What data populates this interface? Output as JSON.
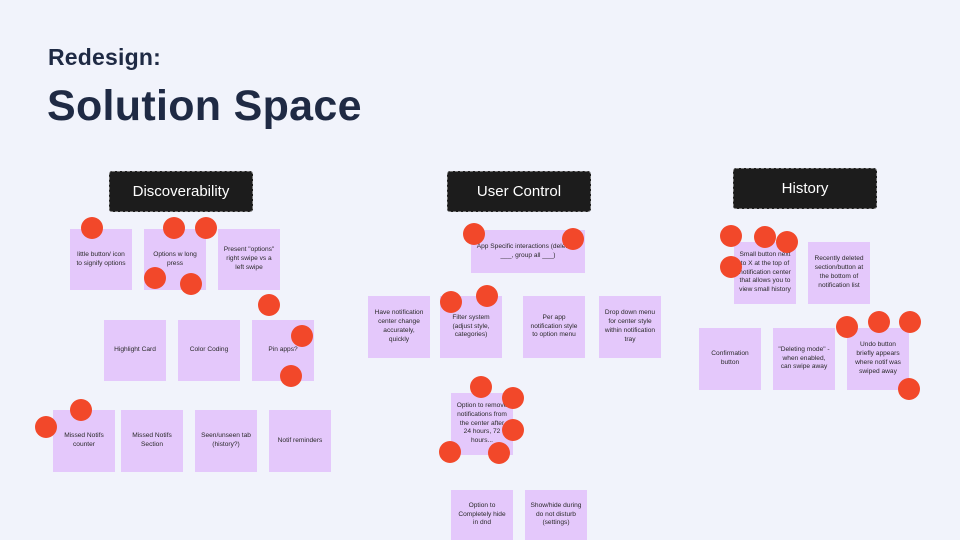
{
  "slide": {
    "eyebrow": "Redesign:",
    "title": "Solution Space"
  },
  "categories": {
    "discoverability": "Discoverability",
    "user_control": "User Control",
    "history": "History"
  },
  "stickies": {
    "discoverability": {
      "little_button": "little button/ icon to signify options",
      "options_long_press": "Options w long press",
      "present_options": "Present \"options\" right swipe vs a left swipe",
      "highlight_card": "Highlight Card",
      "color_coding": "Color Coding",
      "pin_apps": "Pin apps?",
      "missed_notifs_counter": "Missed Notifs counter",
      "missed_notifs_section": "Missed Notifs Section",
      "seen_unseen_tab": "Seen/unseen tab (history?)",
      "notif_reminders": "Notif reminders"
    },
    "user_control": {
      "app_specific": "App Specific interactions (delete all ___, group all ___)",
      "change_center": "Have notification center change accurately, quickly",
      "filter_system": "Filter system (adjust style, categories)",
      "per_app_style": "Per app notification style to option menu",
      "drop_down_menu": "Drop down menu for center style within notification tray",
      "remove_after": "Option to remove notifications from the center after 24 hours, 72 hours...",
      "completely_hide": "Option to Completely hide in dnd",
      "show_hide_dnd": "Show/hide during do not disturb (settings)"
    },
    "history": {
      "small_button": "Small button next to X at the top of notification center that allows you to view small history",
      "recently_deleted": "Recently deleted section/button at the bottom of notification list",
      "confirmation_button": "Confirmation button",
      "deleting_mode": "\"Deleting mode\" - when enabled, can swipe away",
      "undo_button": "Undo button briefly appears where notif was swiped away"
    }
  },
  "colors": {
    "background": "#f1f3fb",
    "title": "#1f2a44",
    "sticky": "#e4c8fb",
    "vote_dot": "#f2482a",
    "header_bg": "#1c1c1c"
  }
}
